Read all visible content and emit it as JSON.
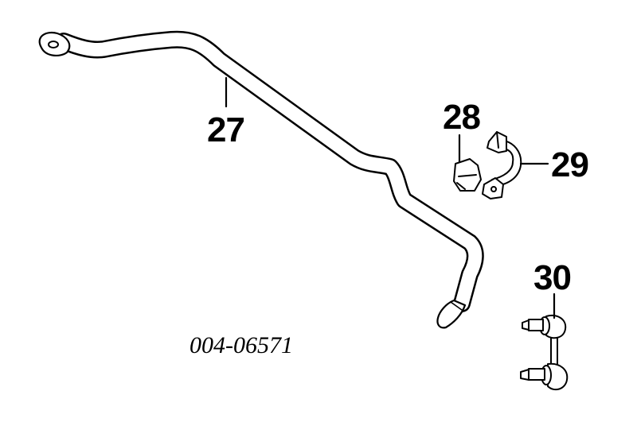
{
  "diagram": {
    "callouts": {
      "stabilizer_bar": "27",
      "bushing": "28",
      "bracket": "29",
      "link": "30"
    },
    "drawing_number": "004-06571"
  },
  "colors": {
    "line": "#000000",
    "background": "#ffffff"
  }
}
